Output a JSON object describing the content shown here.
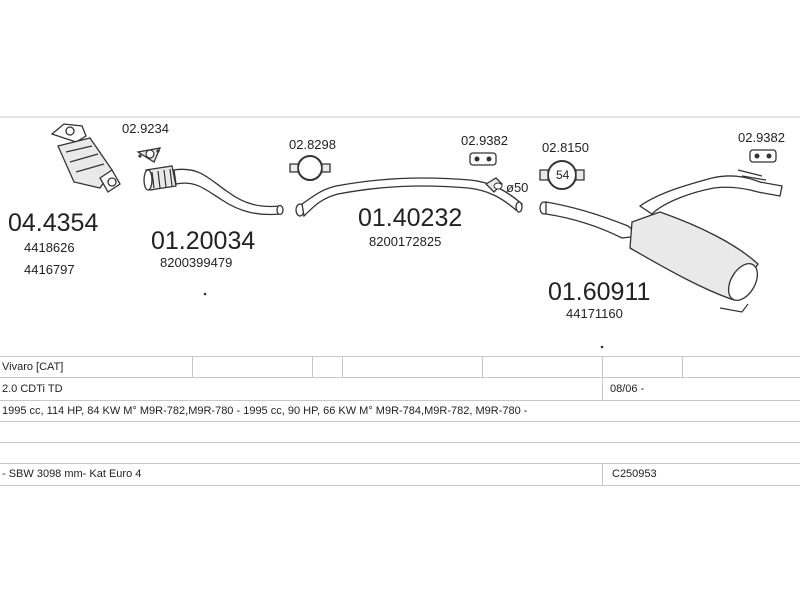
{
  "parts": {
    "cat": {
      "code": "04.4354",
      "refs": [
        "4418626",
        "4416797"
      ]
    },
    "gasket1": {
      "code": "02.9234"
    },
    "front_pipe": {
      "code": "01.20034",
      "ref": "8200399479"
    },
    "clamp1": {
      "code": "02.8298"
    },
    "mid_pipe": {
      "code": "01.40232",
      "ref": "8200172825"
    },
    "hanger1": {
      "code": "02.9382",
      "size": "ø50"
    },
    "clamp2": {
      "code": "02.8150",
      "inner": "54"
    },
    "rear_silencer": {
      "code": "01.60911",
      "ref": "44171160"
    },
    "hanger2": {
      "code": "02.9382"
    }
  },
  "table": {
    "model": "Vivaro  [CAT]",
    "engine": "2.0 CDTi TD",
    "date": "08/06 -",
    "specs": "1995 cc, 114 HP, 84 KW M° M9R-782,M9R-780 - 1995 cc, 90 HP, 66 KW M° M9R-784,M9R-782, M9R-780 -",
    "notes": "- SBW 3098 mm- Kat Euro 4",
    "code": "C250953"
  }
}
